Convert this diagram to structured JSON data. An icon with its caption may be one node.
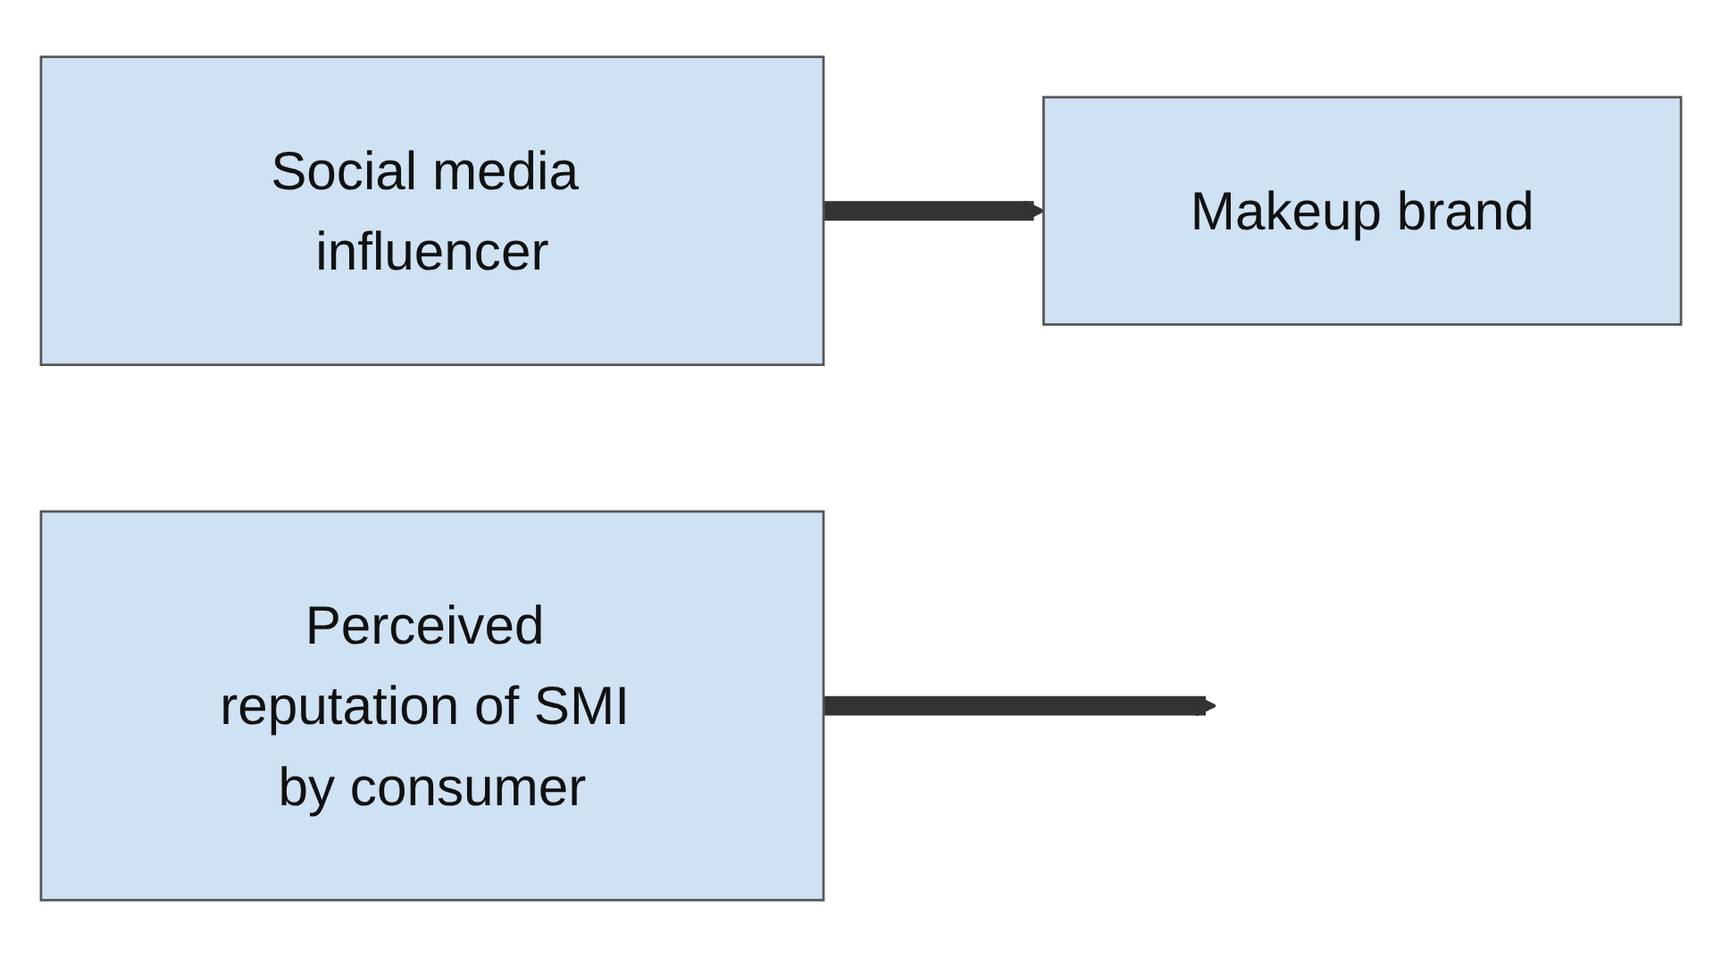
{
  "diagram": {
    "nodes": [
      {
        "text": [
          "Social media influencer"
        ]
      },
      {
        "text": [
          "Makeup brand"
        ]
      },
      {
        "text": [
          "Perceived reputation of SMI by consumer"
        ]
      }
    ],
    "edges": [
      {
        "from": 0,
        "to": 1,
        "arrow": "to"
      },
      {
        "from": 2,
        "to": null,
        "arrow": "to"
      }
    ]
  }
}
